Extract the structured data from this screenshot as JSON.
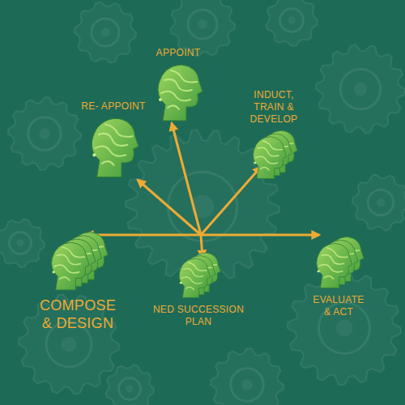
{
  "diagram": {
    "nodes": [
      {
        "text": [
          "APPOINT"
        ]
      },
      {
        "text": [
          "RE- APPOINT"
        ]
      },
      {
        "text": [
          "INDUCT, TRAIN & DEVELOP"
        ]
      },
      {
        "text": [
          "COMPOSE & DESIGN"
        ]
      },
      {
        "text": [
          "NED SUCCESSION PLAN"
        ]
      },
      {
        "text": [
          "EVALUATE & ACT"
        ]
      }
    ]
  }
}
